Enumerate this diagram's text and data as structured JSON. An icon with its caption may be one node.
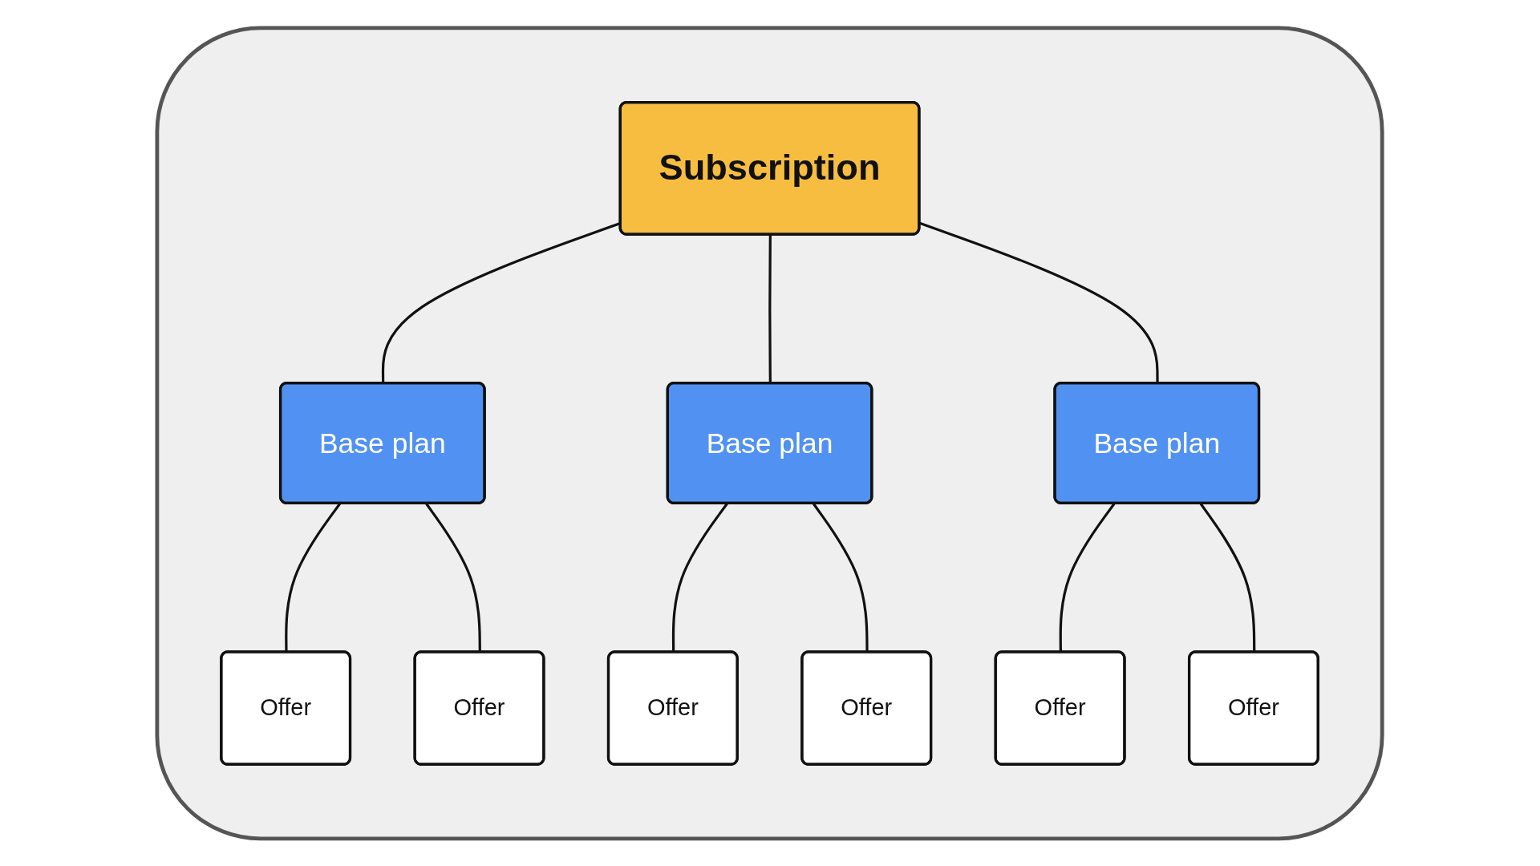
{
  "diagram": {
    "nodes": [
      {
        "text": [],
        "shape": "box"
      },
      {
        "text": [
          "Subscription"
        ],
        "in": 0
      },
      {
        "text": [
          "Base plan"
        ],
        "in": 0
      },
      {
        "text": [
          "Base plan"
        ],
        "in": 0
      },
      {
        "text": [
          "Base plan"
        ],
        "in": 0
      },
      {
        "text": [
          "Offer"
        ],
        "in": 0
      },
      {
        "text": [
          "Offer"
        ],
        "in": 0
      },
      {
        "text": [
          "Offer"
        ],
        "in": 0
      },
      {
        "text": [
          "Offer"
        ],
        "in": 0
      },
      {
        "text": [
          "Offer"
        ],
        "in": 0
      },
      {
        "text": [
          "Offer"
        ],
        "in": 0
      }
    ],
    "edges": [
      {
        "from": 1,
        "to": 2,
        "arrow": "none"
      },
      {
        "from": 1,
        "to": 3,
        "arrow": "none"
      },
      {
        "from": 1,
        "to": 4,
        "arrow": "none"
      },
      {
        "from": 2,
        "to": 5,
        "arrow": "none"
      },
      {
        "from": 2,
        "to": 6,
        "arrow": "none"
      },
      {
        "from": 3,
        "to": 7,
        "arrow": "none"
      },
      {
        "from": 3,
        "to": 8,
        "arrow": "none"
      },
      {
        "from": 4,
        "to": 9,
        "arrow": "none"
      },
      {
        "from": 4,
        "to": 10,
        "arrow": "none"
      }
    ]
  }
}
